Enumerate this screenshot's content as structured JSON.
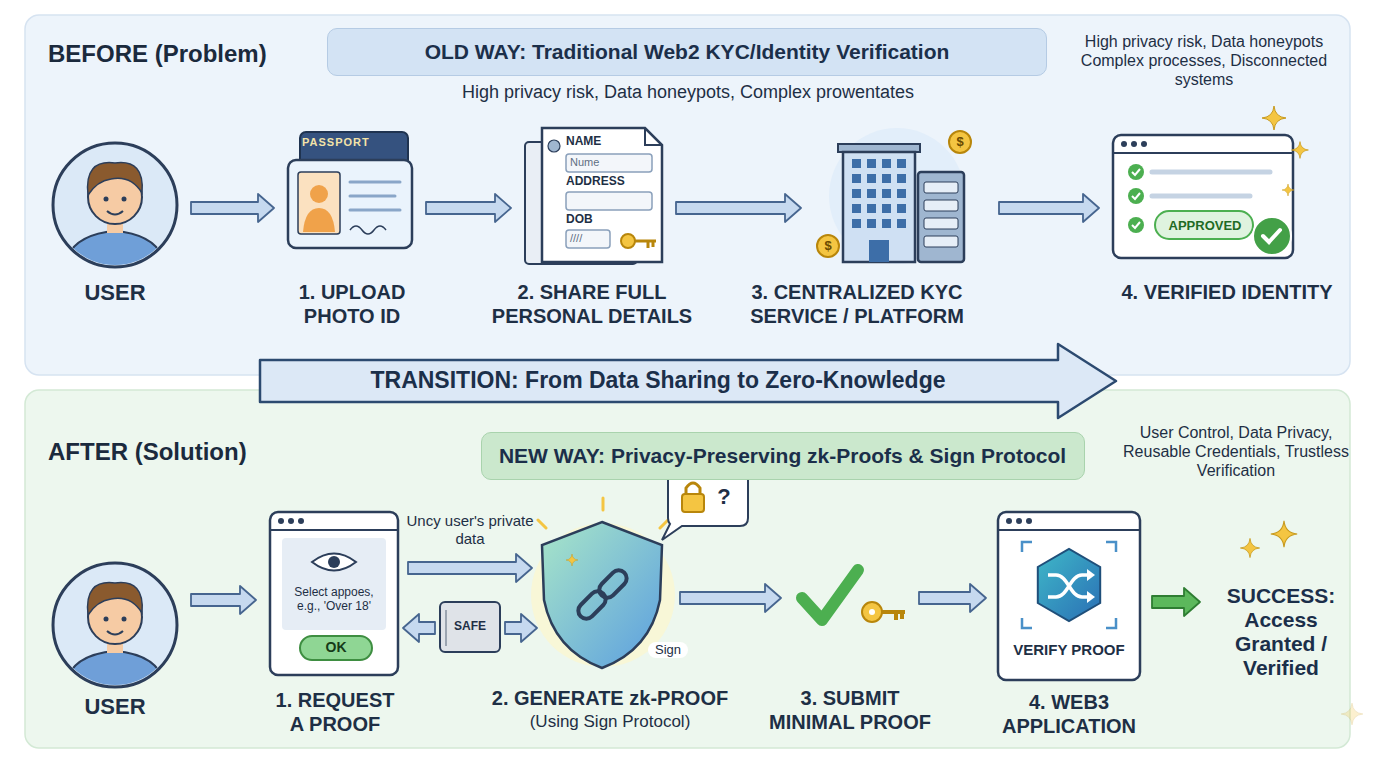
{
  "diagram": {
    "nodes": [
      {
        "text": [
          "BEFORE (Problem)"
        ]
      },
      {
        "text": [
          "OLD WAY: Traditional Web2 KYC/Identity Verification"
        ],
        "in": 0
      },
      {
        "text": [
          "USER"
        ],
        "in": 0
      },
      {
        "text": [
          "PASSPORT",
          "1. UPLOAD PHOTO ID"
        ],
        "in": 0
      },
      {
        "text": [
          "NAME",
          "Nume",
          "ADDRESS",
          "DOB",
          "////",
          "2. SHARE FULL PERSONAL DETAILS"
        ],
        "in": 0
      },
      {
        "text": [
          "3. CENTRALIZED KYC SERVICE / PLATFORM"
        ],
        "in": 0
      },
      {
        "text": [
          "APPROVED",
          "4. VERIFIED IDENTITY"
        ],
        "in": 0
      },
      {
        "text": [
          "TRANSITION: From Data Sharing to Zero-Knowledge"
        ]
      },
      {
        "text": [
          "AFTER (Solution)"
        ]
      },
      {
        "text": [
          "NEW WAY: Privacy-Preserving zk-Proofs & Sign Protocol"
        ],
        "in": 8
      },
      {
        "text": [
          "USER"
        ],
        "in": 8
      },
      {
        "text": [
          "Select appoes, e.g., 'Over 18'",
          "OK",
          "1. REQUEST A PROOF"
        ],
        "in": 8
      },
      {
        "text": [
          "SAFE"
        ],
        "in": 8
      },
      {
        "text": [
          "Sign",
          "2. GENERATE zk-PROOF",
          "(Using Sign Protocol)"
        ],
        "in": 8
      },
      {
        "text": [
          "3. SUBMIT MINIMAL PROOF"
        ],
        "in": 8
      },
      {
        "text": [
          "VERIFY PROOF",
          "4. WEB3 APPLICATION"
        ],
        "in": 8
      },
      {
        "text": [
          "SUCCESS: Access Granted / Verified"
        ],
        "in": 8
      }
    ],
    "edges": [
      {
        "from": 2,
        "to": 3,
        "arrow": "to"
      },
      {
        "from": 3,
        "to": 4,
        "arrow": "to"
      },
      {
        "from": 4,
        "to": 5,
        "arrow": "to"
      },
      {
        "from": 5,
        "to": 6,
        "arrow": "to"
      },
      {
        "from": 10,
        "to": 11,
        "arrow": "to"
      },
      {
        "from": 11,
        "to": 13,
        "label": "Uncy user's private data",
        "arrow": "to"
      },
      {
        "from": 12,
        "to": 11,
        "arrow": "to"
      },
      {
        "from": 12,
        "to": 13,
        "arrow": "to"
      },
      {
        "from": 13,
        "to": 14,
        "arrow": "to"
      },
      {
        "from": 14,
        "to": 15,
        "arrow": "to"
      },
      {
        "from": 15,
        "to": 16,
        "arrow": "to"
      }
    ],
    "labels": [
      "High privacy risk, Data honeypots, Complex prowentates",
      "High privacy risk, Data honeypots Complex processes, Disconnected systems",
      "$",
      "$",
      "User Control, Data Privacy, Reusable Credentials, Trustless Verification",
      "?"
    ]
  }
}
